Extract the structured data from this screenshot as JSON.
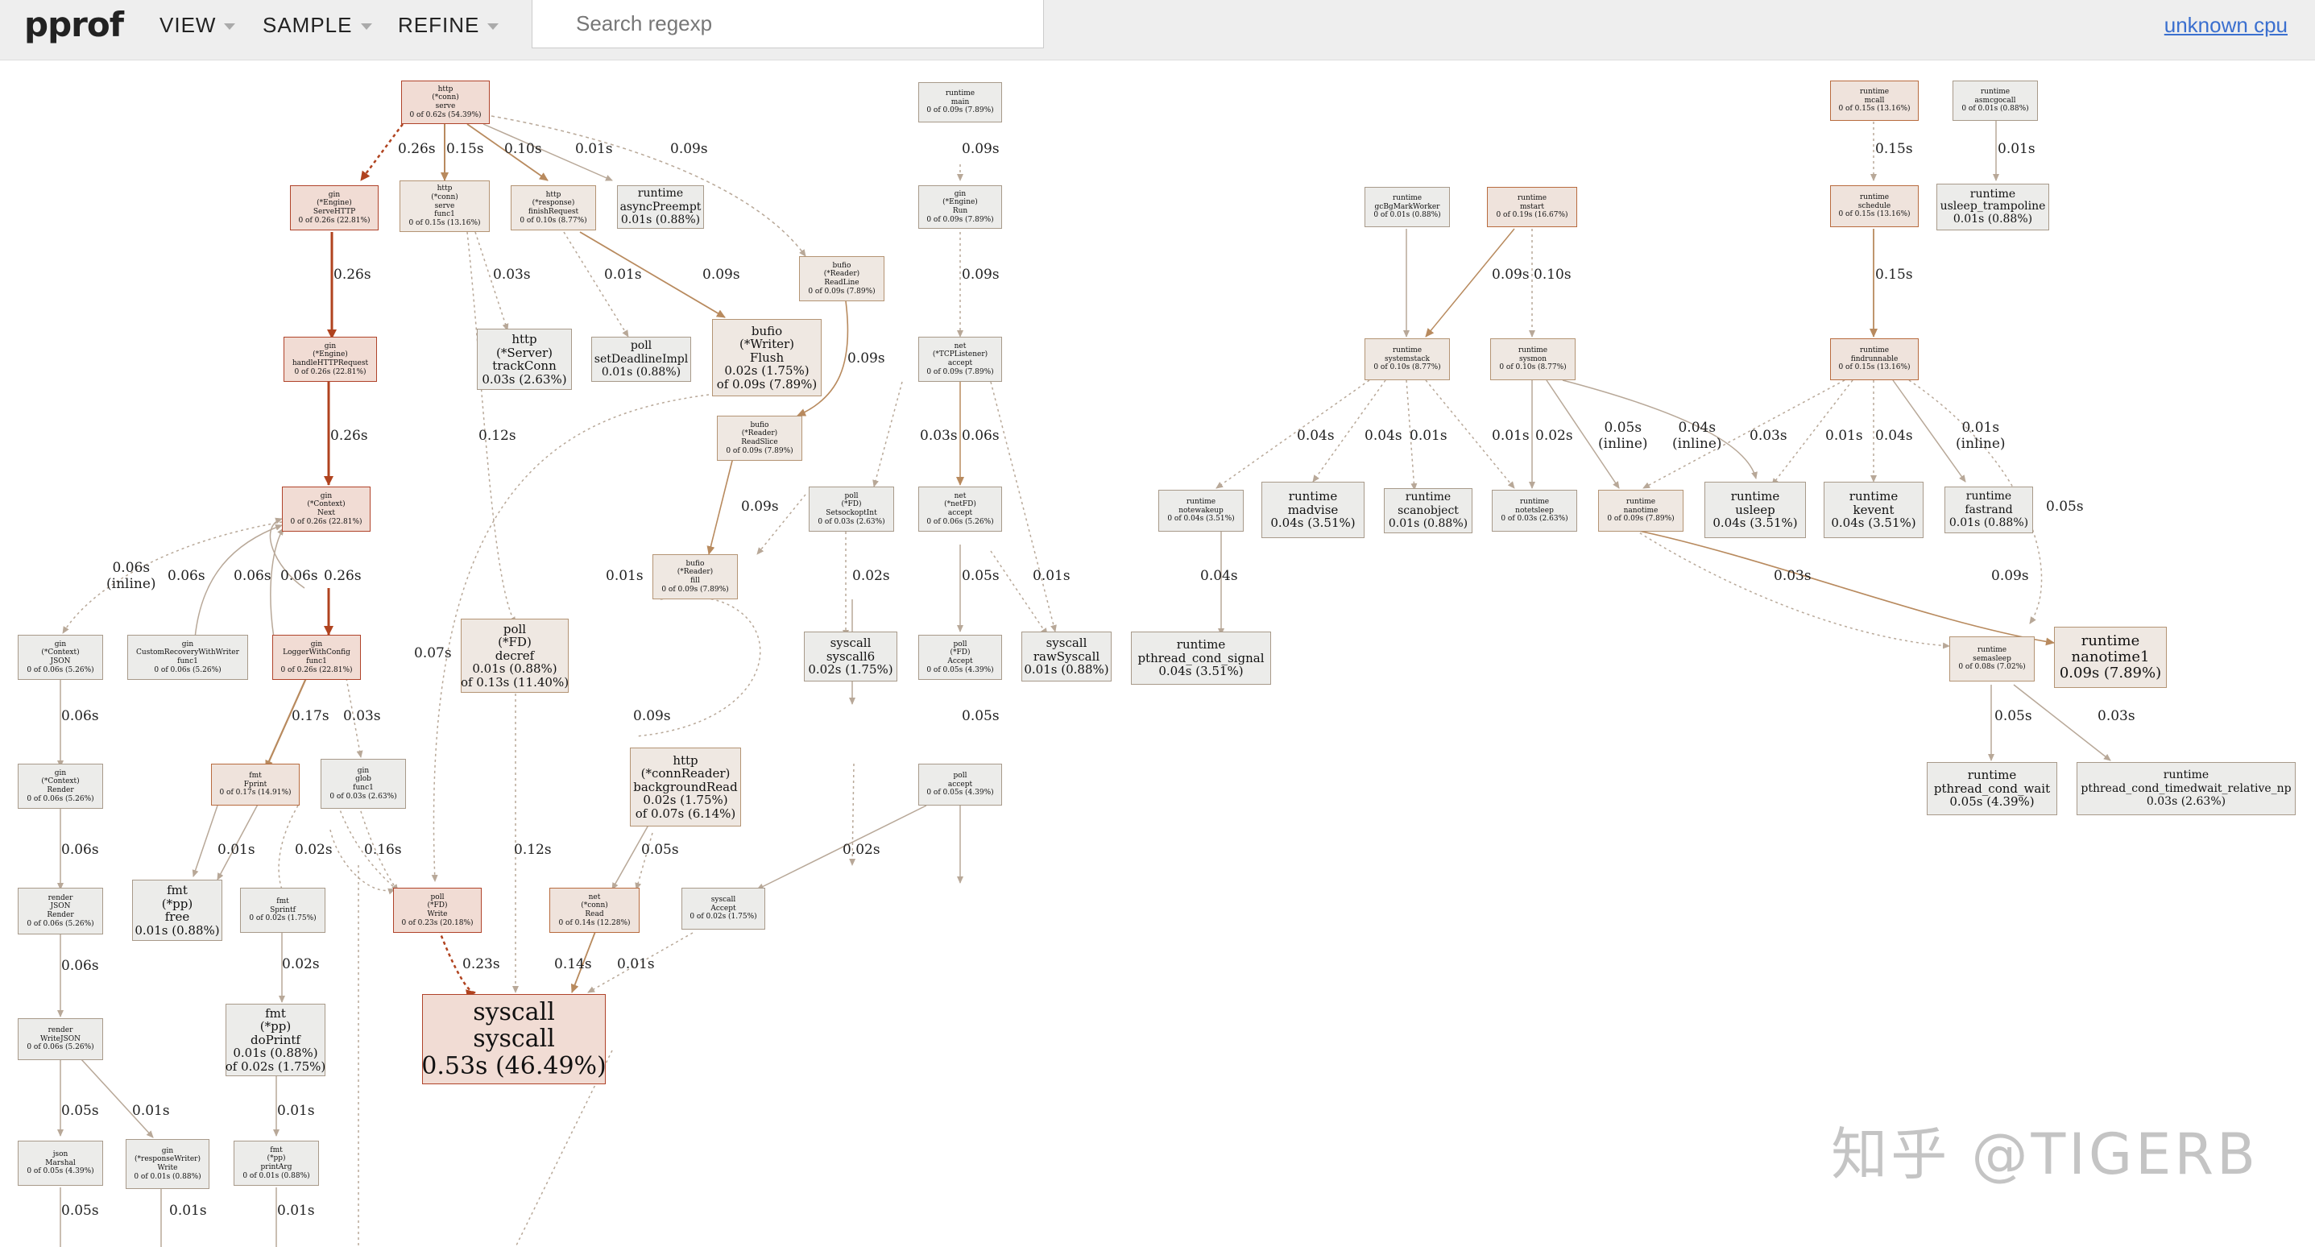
{
  "header": {
    "logo": "pprof",
    "menus": [
      "VIEW",
      "SAMPLE",
      "REFINE"
    ],
    "search_placeholder": "Search regexp",
    "profile_link": "unknown cpu"
  },
  "nodes": [
    {
      "id": "n1",
      "lines": [
        "http",
        "(*conn)",
        "serve",
        "0 of 0.62s (54.39%)"
      ]
    },
    {
      "id": "n2",
      "lines": [
        "gin",
        "(*Engine)",
        "ServeHTTP",
        "0 of 0.26s (22.81%)"
      ]
    },
    {
      "id": "n3",
      "lines": [
        "http",
        "(*conn)",
        "serve",
        "func1",
        "0 of 0.15s (13.16%)"
      ]
    },
    {
      "id": "n4",
      "lines": [
        "http",
        "(*response)",
        "finishRequest",
        "0 of 0.10s (8.77%)"
      ]
    },
    {
      "id": "n5",
      "lines": [
        "runtime",
        "asyncPreempt",
        "0.01s (0.88%)"
      ]
    },
    {
      "id": "n6",
      "lines": [
        "runtime",
        "main",
        "0 of 0.09s (7.89%)"
      ]
    },
    {
      "id": "n7",
      "lines": [
        "gin",
        "(*Engine)",
        "Run",
        "0 of 0.09s (7.89%)"
      ]
    },
    {
      "id": "n8",
      "lines": [
        "bufio",
        "(*Reader)",
        "ReadLine",
        "0 of 0.09s (7.89%)"
      ]
    },
    {
      "id": "n9",
      "lines": [
        "http",
        "(*Server)",
        "trackConn",
        "0.03s (2.63%)"
      ]
    },
    {
      "id": "n10",
      "lines": [
        "poll",
        "setDeadlineImpl",
        "0.01s (0.88%)"
      ]
    },
    {
      "id": "n11",
      "lines": [
        "bufio",
        "(*Writer)",
        "Flush",
        "0.02s (1.75%)",
        "of 0.09s (7.89%)"
      ]
    },
    {
      "id": "n12",
      "lines": [
        "net",
        "(*TCPListener)",
        "accept",
        "0 of 0.09s (7.89%)"
      ]
    },
    {
      "id": "n13",
      "lines": [
        "gin",
        "(*Engine)",
        "handleHTTPRequest",
        "0 of 0.26s (22.81%)"
      ]
    },
    {
      "id": "n14",
      "lines": [
        "bufio",
        "(*Reader)",
        "ReadSlice",
        "0 of 0.09s (7.89%)"
      ]
    },
    {
      "id": "n15",
      "lines": [
        "gin",
        "(*Context)",
        "Next",
        "0 of 0.26s (22.81%)"
      ]
    },
    {
      "id": "n16",
      "lines": [
        "poll",
        "(*FD)",
        "SetsockoptInt",
        "0 of 0.03s (2.63%)"
      ]
    },
    {
      "id": "n17",
      "lines": [
        "net",
        "(*netFD)",
        "accept",
        "0 of 0.06s (5.26%)"
      ]
    },
    {
      "id": "n18",
      "lines": [
        "bufio",
        "(*Reader)",
        "fill",
        "0 of 0.09s (7.89%)"
      ]
    },
    {
      "id": "n19",
      "lines": [
        "gin",
        "(*Context)",
        "JSON",
        "0 of 0.06s (5.26%)"
      ]
    },
    {
      "id": "n20",
      "lines": [
        "gin",
        "CustomRecoveryWithWriter",
        "func1",
        "0 of 0.06s (5.26%)"
      ]
    },
    {
      "id": "n21",
      "lines": [
        "gin",
        "LoggerWithConfig",
        "func1",
        "0 of 0.26s (22.81%)"
      ]
    },
    {
      "id": "n22",
      "lines": [
        "poll",
        "(*FD)",
        "decref",
        "0.01s (0.88%)",
        "of 0.13s (11.40%)"
      ]
    },
    {
      "id": "n23",
      "lines": [
        "syscall",
        "syscall6",
        "0.02s (1.75%)"
      ]
    },
    {
      "id": "n24",
      "lines": [
        "poll",
        "(*FD)",
        "Accept",
        "0 of 0.05s (4.39%)"
      ]
    },
    {
      "id": "n25",
      "lines": [
        "syscall",
        "rawSyscall",
        "0.01s (0.88%)"
      ]
    },
    {
      "id": "n26",
      "lines": [
        "gin",
        "(*Context)",
        "Render",
        "0 of 0.06s (5.26%)"
      ]
    },
    {
      "id": "n27",
      "lines": [
        "fmt",
        "Fprint",
        "0 of 0.17s (14.91%)"
      ]
    },
    {
      "id": "n28",
      "lines": [
        "gin",
        "glob",
        "func1",
        "0 of 0.03s (2.63%)"
      ]
    },
    {
      "id": "n29",
      "lines": [
        "http",
        "(*connReader)",
        "backgroundRead",
        "0.02s (1.75%)",
        "of 0.07s (6.14%)"
      ]
    },
    {
      "id": "n30",
      "lines": [
        "poll",
        "accept",
        "0 of 0.05s (4.39%)"
      ]
    },
    {
      "id": "n31",
      "lines": [
        "render",
        "JSON",
        "Render",
        "0 of 0.06s (5.26%)"
      ]
    },
    {
      "id": "n32",
      "lines": [
        "fmt",
        "(*pp)",
        "free",
        "0.01s (0.88%)"
      ]
    },
    {
      "id": "n33",
      "lines": [
        "fmt",
        "Sprintf",
        "0 of 0.02s (1.75%)"
      ]
    },
    {
      "id": "n34",
      "lines": [
        "poll",
        "(*FD)",
        "Write",
        "0 of 0.23s (20.18%)"
      ]
    },
    {
      "id": "n35",
      "lines": [
        "net",
        "(*conn)",
        "Read",
        "0 of 0.14s (12.28%)"
      ]
    },
    {
      "id": "n36",
      "lines": [
        "syscall",
        "Accept",
        "0 of 0.02s (1.75%)"
      ]
    },
    {
      "id": "n37",
      "lines": [
        "syscall",
        "syscall",
        "0.53s (46.49%)"
      ]
    },
    {
      "id": "n38",
      "lines": [
        "render",
        "WriteJSON",
        "0 of 0.06s (5.26%)"
      ]
    },
    {
      "id": "n39",
      "lines": [
        "fmt",
        "(*pp)",
        "doPrintf",
        "0.01s (0.88%)",
        "of 0.02s (1.75%)"
      ]
    },
    {
      "id": "n40",
      "lines": [
        "json",
        "Marshal",
        "0 of 0.05s (4.39%)"
      ]
    },
    {
      "id": "n41",
      "lines": [
        "gin",
        "(*responseWriter)",
        "Write",
        "0 of 0.01s (0.88%)"
      ]
    },
    {
      "id": "n42",
      "lines": [
        "fmt",
        "(*pp)",
        "printArg",
        "0 of 0.01s (0.88%)"
      ]
    },
    {
      "id": "n43",
      "lines": [
        "runtime",
        "gcBgMarkWorker",
        "0 of 0.01s (0.88%)"
      ]
    },
    {
      "id": "n44",
      "lines": [
        "runtime",
        "mstart",
        "0 of 0.19s (16.67%)"
      ]
    },
    {
      "id": "n45",
      "lines": [
        "runtime",
        "systemstack",
        "0 of 0.10s (8.77%)"
      ]
    },
    {
      "id": "n46",
      "lines": [
        "runtime",
        "sysmon",
        "0 of 0.10s (8.77%)"
      ]
    },
    {
      "id": "n47",
      "lines": [
        "runtime",
        "notewakeup",
        "0 of 0.04s (3.51%)"
      ]
    },
    {
      "id": "n48",
      "lines": [
        "runtime",
        "madvise",
        "0.04s (3.51%)"
      ]
    },
    {
      "id": "n49",
      "lines": [
        "runtime",
        "scanobject",
        "0.01s (0.88%)"
      ]
    },
    {
      "id": "n50",
      "lines": [
        "runtime",
        "notetsleep",
        "0 of 0.03s (2.63%)"
      ]
    },
    {
      "id": "n51",
      "lines": [
        "runtime",
        "nanotime",
        "0 of 0.09s (7.89%)"
      ]
    },
    {
      "id": "n52",
      "lines": [
        "runtime",
        "pthread_cond_signal",
        "0.04s (3.51%)"
      ]
    },
    {
      "id": "n53",
      "lines": [
        "runtime",
        "mcall",
        "0 of 0.15s (13.16%)"
      ]
    },
    {
      "id": "n54",
      "lines": [
        "runtime",
        "asmcgocall",
        "0 of 0.01s (0.88%)"
      ]
    },
    {
      "id": "n55",
      "lines": [
        "runtime",
        "schedule",
        "0 of 0.15s (13.16%)"
      ]
    },
    {
      "id": "n56",
      "lines": [
        "runtime",
        "usleep_trampoline",
        "0.01s (0.88%)"
      ]
    },
    {
      "id": "n57",
      "lines": [
        "runtime",
        "findrunnable",
        "0 of 0.15s (13.16%)"
      ]
    },
    {
      "id": "n58",
      "lines": [
        "runtime",
        "usleep",
        "0.04s (3.51%)"
      ]
    },
    {
      "id": "n59",
      "lines": [
        "runtime",
        "kevent",
        "0.04s (3.51%)"
      ]
    },
    {
      "id": "n60",
      "lines": [
        "runtime",
        "fastrand",
        "0.01s (0.88%)"
      ]
    },
    {
      "id": "n61",
      "lines": [
        "runtime",
        "semasleep",
        "0 of 0.08s (7.02%)"
      ]
    },
    {
      "id": "n62",
      "lines": [
        "runtime",
        "nanotime1",
        "0.09s (7.89%)"
      ]
    },
    {
      "id": "n63",
      "lines": [
        "runtime",
        "pthread_cond_wait",
        "0.05s (4.39%)"
      ]
    },
    {
      "id": "n64",
      "lines": [
        "runtime",
        "pthread_cond_timedwait_relative_np",
        "0.03s (2.63%)"
      ]
    }
  ],
  "edge_labels": [
    {
      "id": "l1",
      "text": "0.26s"
    },
    {
      "id": "l2",
      "text": "0.15s"
    },
    {
      "id": "l3",
      "text": "0.10s"
    },
    {
      "id": "l4",
      "text": "0.01s"
    },
    {
      "id": "l5",
      "text": "0.09s"
    },
    {
      "id": "l6",
      "text": "0.09s"
    },
    {
      "id": "l7",
      "text": "0.26s"
    },
    {
      "id": "l8",
      "text": "0.03s"
    },
    {
      "id": "l9",
      "text": "0.01s"
    },
    {
      "id": "l10",
      "text": "0.09s"
    },
    {
      "id": "l11",
      "text": "0.09s"
    },
    {
      "id": "l12",
      "text": "0.09s"
    },
    {
      "id": "l13",
      "text": "0.26s"
    },
    {
      "id": "l14",
      "text": "0.12s"
    },
    {
      "id": "l15",
      "text": "0.03s"
    },
    {
      "id": "l16",
      "text": "0.06s"
    },
    {
      "id": "l17",
      "text": "0.09s"
    },
    {
      "id": "l18",
      "text": "0.06s\n(inline)"
    },
    {
      "id": "l19",
      "text": "0.06s"
    },
    {
      "id": "l20",
      "text": "0.06s"
    },
    {
      "id": "l21",
      "text": "0.06s"
    },
    {
      "id": "l22",
      "text": "0.26s"
    },
    {
      "id": "l23",
      "text": "0.01s"
    },
    {
      "id": "l24",
      "text": "0.02s"
    },
    {
      "id": "l25",
      "text": "0.05s"
    },
    {
      "id": "l26",
      "text": "0.01s"
    },
    {
      "id": "l27",
      "text": "0.07s"
    },
    {
      "id": "l28",
      "text": "0.06s"
    },
    {
      "id": "l29",
      "text": "0.17s"
    },
    {
      "id": "l30",
      "text": "0.03s"
    },
    {
      "id": "l31",
      "text": "0.09s"
    },
    {
      "id": "l32",
      "text": "0.05s"
    },
    {
      "id": "l33",
      "text": "0.06s"
    },
    {
      "id": "l34",
      "text": "0.01s"
    },
    {
      "id": "l35",
      "text": "0.02s"
    },
    {
      "id": "l36",
      "text": "0.16s"
    },
    {
      "id": "l37",
      "text": "0.12s"
    },
    {
      "id": "l38",
      "text": "0.05s"
    },
    {
      "id": "l39",
      "text": "0.02s"
    },
    {
      "id": "l40",
      "text": "0.06s"
    },
    {
      "id": "l41",
      "text": "0.02s"
    },
    {
      "id": "l42",
      "text": "0.23s"
    },
    {
      "id": "l43",
      "text": "0.14s"
    },
    {
      "id": "l44",
      "text": "0.01s"
    },
    {
      "id": "l45",
      "text": "0.05s"
    },
    {
      "id": "l46",
      "text": "0.01s"
    },
    {
      "id": "l47",
      "text": "0.01s"
    },
    {
      "id": "l48",
      "text": "0.05s"
    },
    {
      "id": "l49",
      "text": "0.01s"
    },
    {
      "id": "l50",
      "text": "0.01s"
    },
    {
      "id": "l51",
      "text": "0.09s"
    },
    {
      "id": "l52",
      "text": "0.10s"
    },
    {
      "id": "l53",
      "text": "0.15s"
    },
    {
      "id": "l54",
      "text": "0.01s"
    },
    {
      "id": "l55",
      "text": "0.15s"
    },
    {
      "id": "l56",
      "text": "0.04s"
    },
    {
      "id": "l57",
      "text": "0.04s"
    },
    {
      "id": "l58",
      "text": "0.01s"
    },
    {
      "id": "l59",
      "text": "0.01s"
    },
    {
      "id": "l60",
      "text": "0.02s"
    },
    {
      "id": "l61",
      "text": "0.05s\n(inline)"
    },
    {
      "id": "l62",
      "text": "0.04s\n(inline)"
    },
    {
      "id": "l63",
      "text": "0.03s"
    },
    {
      "id": "l64",
      "text": "0.01s"
    },
    {
      "id": "l65",
      "text": "0.04s"
    },
    {
      "id": "l66",
      "text": "0.01s\n(inline)"
    },
    {
      "id": "l67",
      "text": "0.05s"
    },
    {
      "id": "l68",
      "text": "0.04s"
    },
    {
      "id": "l69",
      "text": "0.03s"
    },
    {
      "id": "l70",
      "text": "0.09s"
    },
    {
      "id": "l71",
      "text": "0.05s"
    },
    {
      "id": "l72",
      "text": "0.03s"
    }
  ],
  "watermark": "知乎 @TIGERB"
}
